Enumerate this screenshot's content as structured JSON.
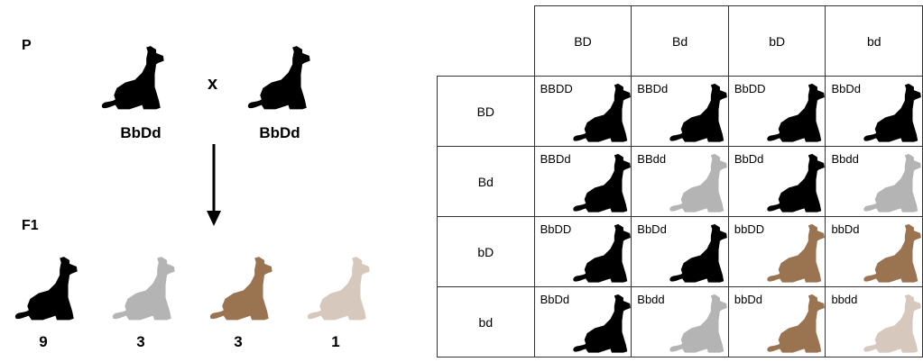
{
  "left": {
    "p_label": "P",
    "f1_label": "F1",
    "cross_symbol": "x",
    "parents": [
      {
        "genotype": "BbDd",
        "coat": "black"
      },
      {
        "genotype": "BbDd",
        "coat": "black"
      }
    ],
    "offspring": [
      {
        "coat": "black",
        "count": "9"
      },
      {
        "coat": "grey",
        "count": "3"
      },
      {
        "coat": "brown",
        "count": "3"
      },
      {
        "coat": "pale",
        "count": "1"
      }
    ]
  },
  "punnett": {
    "col_headers": [
      "BD",
      "Bd",
      "bD",
      "bd"
    ],
    "row_headers": [
      "BD",
      "Bd",
      "bD",
      "bd"
    ],
    "cells": [
      [
        {
          "genotype": "BBDD",
          "coat": "black"
        },
        {
          "genotype": "BBDd",
          "coat": "black"
        },
        {
          "genotype": "BbDD",
          "coat": "black"
        },
        {
          "genotype": "BbDd",
          "coat": "black"
        }
      ],
      [
        {
          "genotype": "BBDd",
          "coat": "black"
        },
        {
          "genotype": "BBdd",
          "coat": "grey"
        },
        {
          "genotype": "BbDd",
          "coat": "black"
        },
        {
          "genotype": "Bbdd",
          "coat": "grey"
        }
      ],
      [
        {
          "genotype": "BbDD",
          "coat": "black"
        },
        {
          "genotype": "BbDd",
          "coat": "black"
        },
        {
          "genotype": "bbDD",
          "coat": "brown"
        },
        {
          "genotype": "bbDd",
          "coat": "brown"
        }
      ],
      [
        {
          "genotype": "BbDd",
          "coat": "black"
        },
        {
          "genotype": "Bbdd",
          "coat": "grey"
        },
        {
          "genotype": "bbDd",
          "coat": "brown"
        },
        {
          "genotype": "bbdd",
          "coat": "pale"
        }
      ]
    ]
  },
  "coat_colors": {
    "black": "#000000",
    "grey": "#b4b4b4",
    "brown": "#9a7350",
    "pale": "#d6c8bd"
  }
}
